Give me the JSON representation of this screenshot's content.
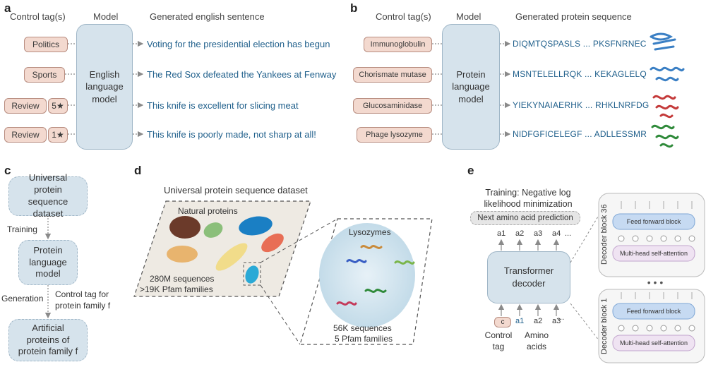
{
  "panel_a": {
    "label": "a",
    "headers": {
      "tags": "Control tag(s)",
      "model": "Model",
      "output": "Generated english sentence"
    },
    "tags": [
      "Politics",
      "Sports",
      "Review",
      "Review"
    ],
    "ratings": [
      "5★",
      "1★"
    ],
    "model": "English language model",
    "outputs": [
      "Voting for the presidential election has begun",
      "The Red Sox defeated the Yankees at Fenway",
      "This knife is excellent for slicing meat",
      "This knife is poorly made, not sharp at all!"
    ]
  },
  "panel_b": {
    "label": "b",
    "headers": {
      "tags": "Control tag(s)",
      "model": "Model",
      "output": "Generated protein sequence"
    },
    "tags": [
      "Immunoglobulin",
      "Chorismate mutase",
      "Glucosaminidase",
      "Phage lysozyme"
    ],
    "model": "Protein language model",
    "outputs": [
      "DIQMTQSPASLS ... PKSFNRNEC",
      "MSNTELELLRQK ... KEKAGLELQ",
      "YIEKYNAIAERHK ... RHKLNRFDG",
      "NIDFGFICELEGF ... ADLLESSMR"
    ],
    "structure_colors": [
      "#3a7fc4",
      "#3a7fc4",
      "#c43a3a",
      "#2f8a3a"
    ]
  },
  "panel_c": {
    "label": "c",
    "box1": "Universal protein sequence dataset",
    "step1": "Training",
    "box2": "Protein language model",
    "step2": "Generation",
    "side_note": "Control tag for protein family f",
    "box3": "Artificial proteins of protein family f"
  },
  "panel_d": {
    "label": "d",
    "title": "Universal protein sequence dataset",
    "natural": "Natural proteins",
    "sequences": "280M sequences",
    "families": ">19K Pfam families",
    "lysozymes": "Lysozymes",
    "lyso_sequences": "56K sequences",
    "lyso_families": "5 Pfam families"
  },
  "panel_e": {
    "label": "e",
    "training": "Training: Negative log likelihood minimization",
    "next_pred": "Next amino acid prediction",
    "outputs": [
      "a1",
      "a2",
      "a3",
      "a4",
      "..."
    ],
    "transformer": "Transformer decoder",
    "input_tag": "c",
    "inputs": [
      "a1",
      "a2",
      "a3",
      "..."
    ],
    "control_tag": "Control tag",
    "amino_acids": "Amino acids",
    "block_top": "Decoder block 36",
    "block_bottom": "Decoder block 1",
    "ff": "Feed forward block",
    "mha": "Multi-head self-attention",
    "dots": "• • •"
  }
}
